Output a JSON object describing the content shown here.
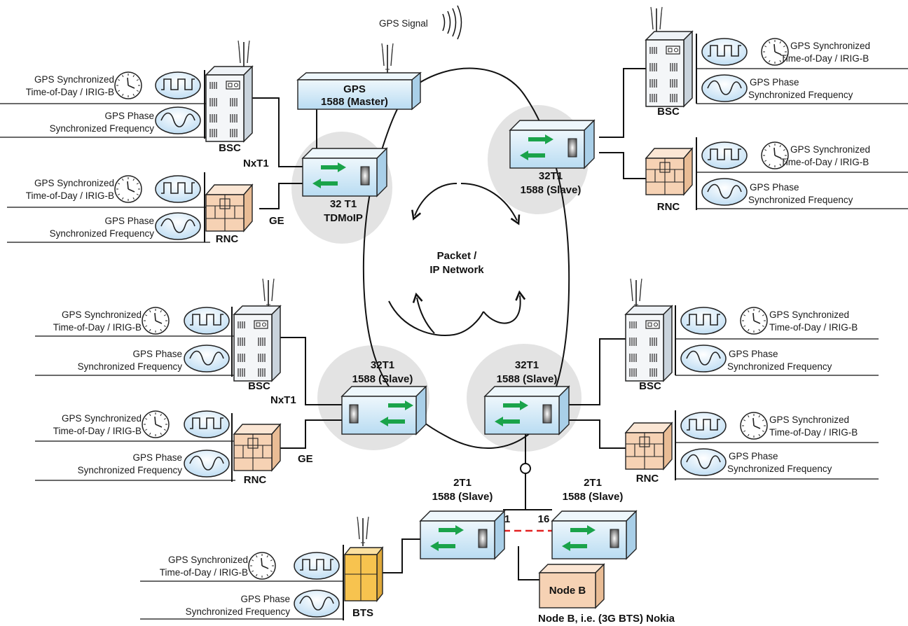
{
  "gps_signal": "GPS Signal",
  "master": {
    "line1": "GPS",
    "line2": "1588 (Master)"
  },
  "network": {
    "line1": "Packet /",
    "line2": "IP Network"
  },
  "tdmoip": {
    "line1": "32 T1",
    "line2": "TDMoIP"
  },
  "slave32": {
    "line1": "32T1",
    "line2": "1588 (Slave)"
  },
  "slave2": {
    "line1": "2T1",
    "line2": "1588 (Slave)"
  },
  "links": {
    "nxt1": "NxT1",
    "ge": "GE",
    "port_1": "1",
    "port_16": "16"
  },
  "equipment": {
    "bsc": "BSC",
    "rnc": "RNC",
    "bts": "BTS",
    "nodeb": "Node B"
  },
  "nodeb_caption": "Node B, i.e. (3G BTS) Nokia",
  "time_label": {
    "line1": "GPS Synchronized",
    "line2": "Time-of-Day / IRIG-B"
  },
  "freq_label": {
    "line1": "GPS Phase",
    "line2": "Synchronized Frequency"
  },
  "colors": {
    "device_fill": "#d7ecf8",
    "arrow_green": "#1aa34a",
    "cloud_gray": "#e3e3e3",
    "rnc_fill": "#f6d2b4",
    "bts_fill": "#f7c34f",
    "oval_fill": "#cfe6f7",
    "link_red": "#e32222"
  }
}
